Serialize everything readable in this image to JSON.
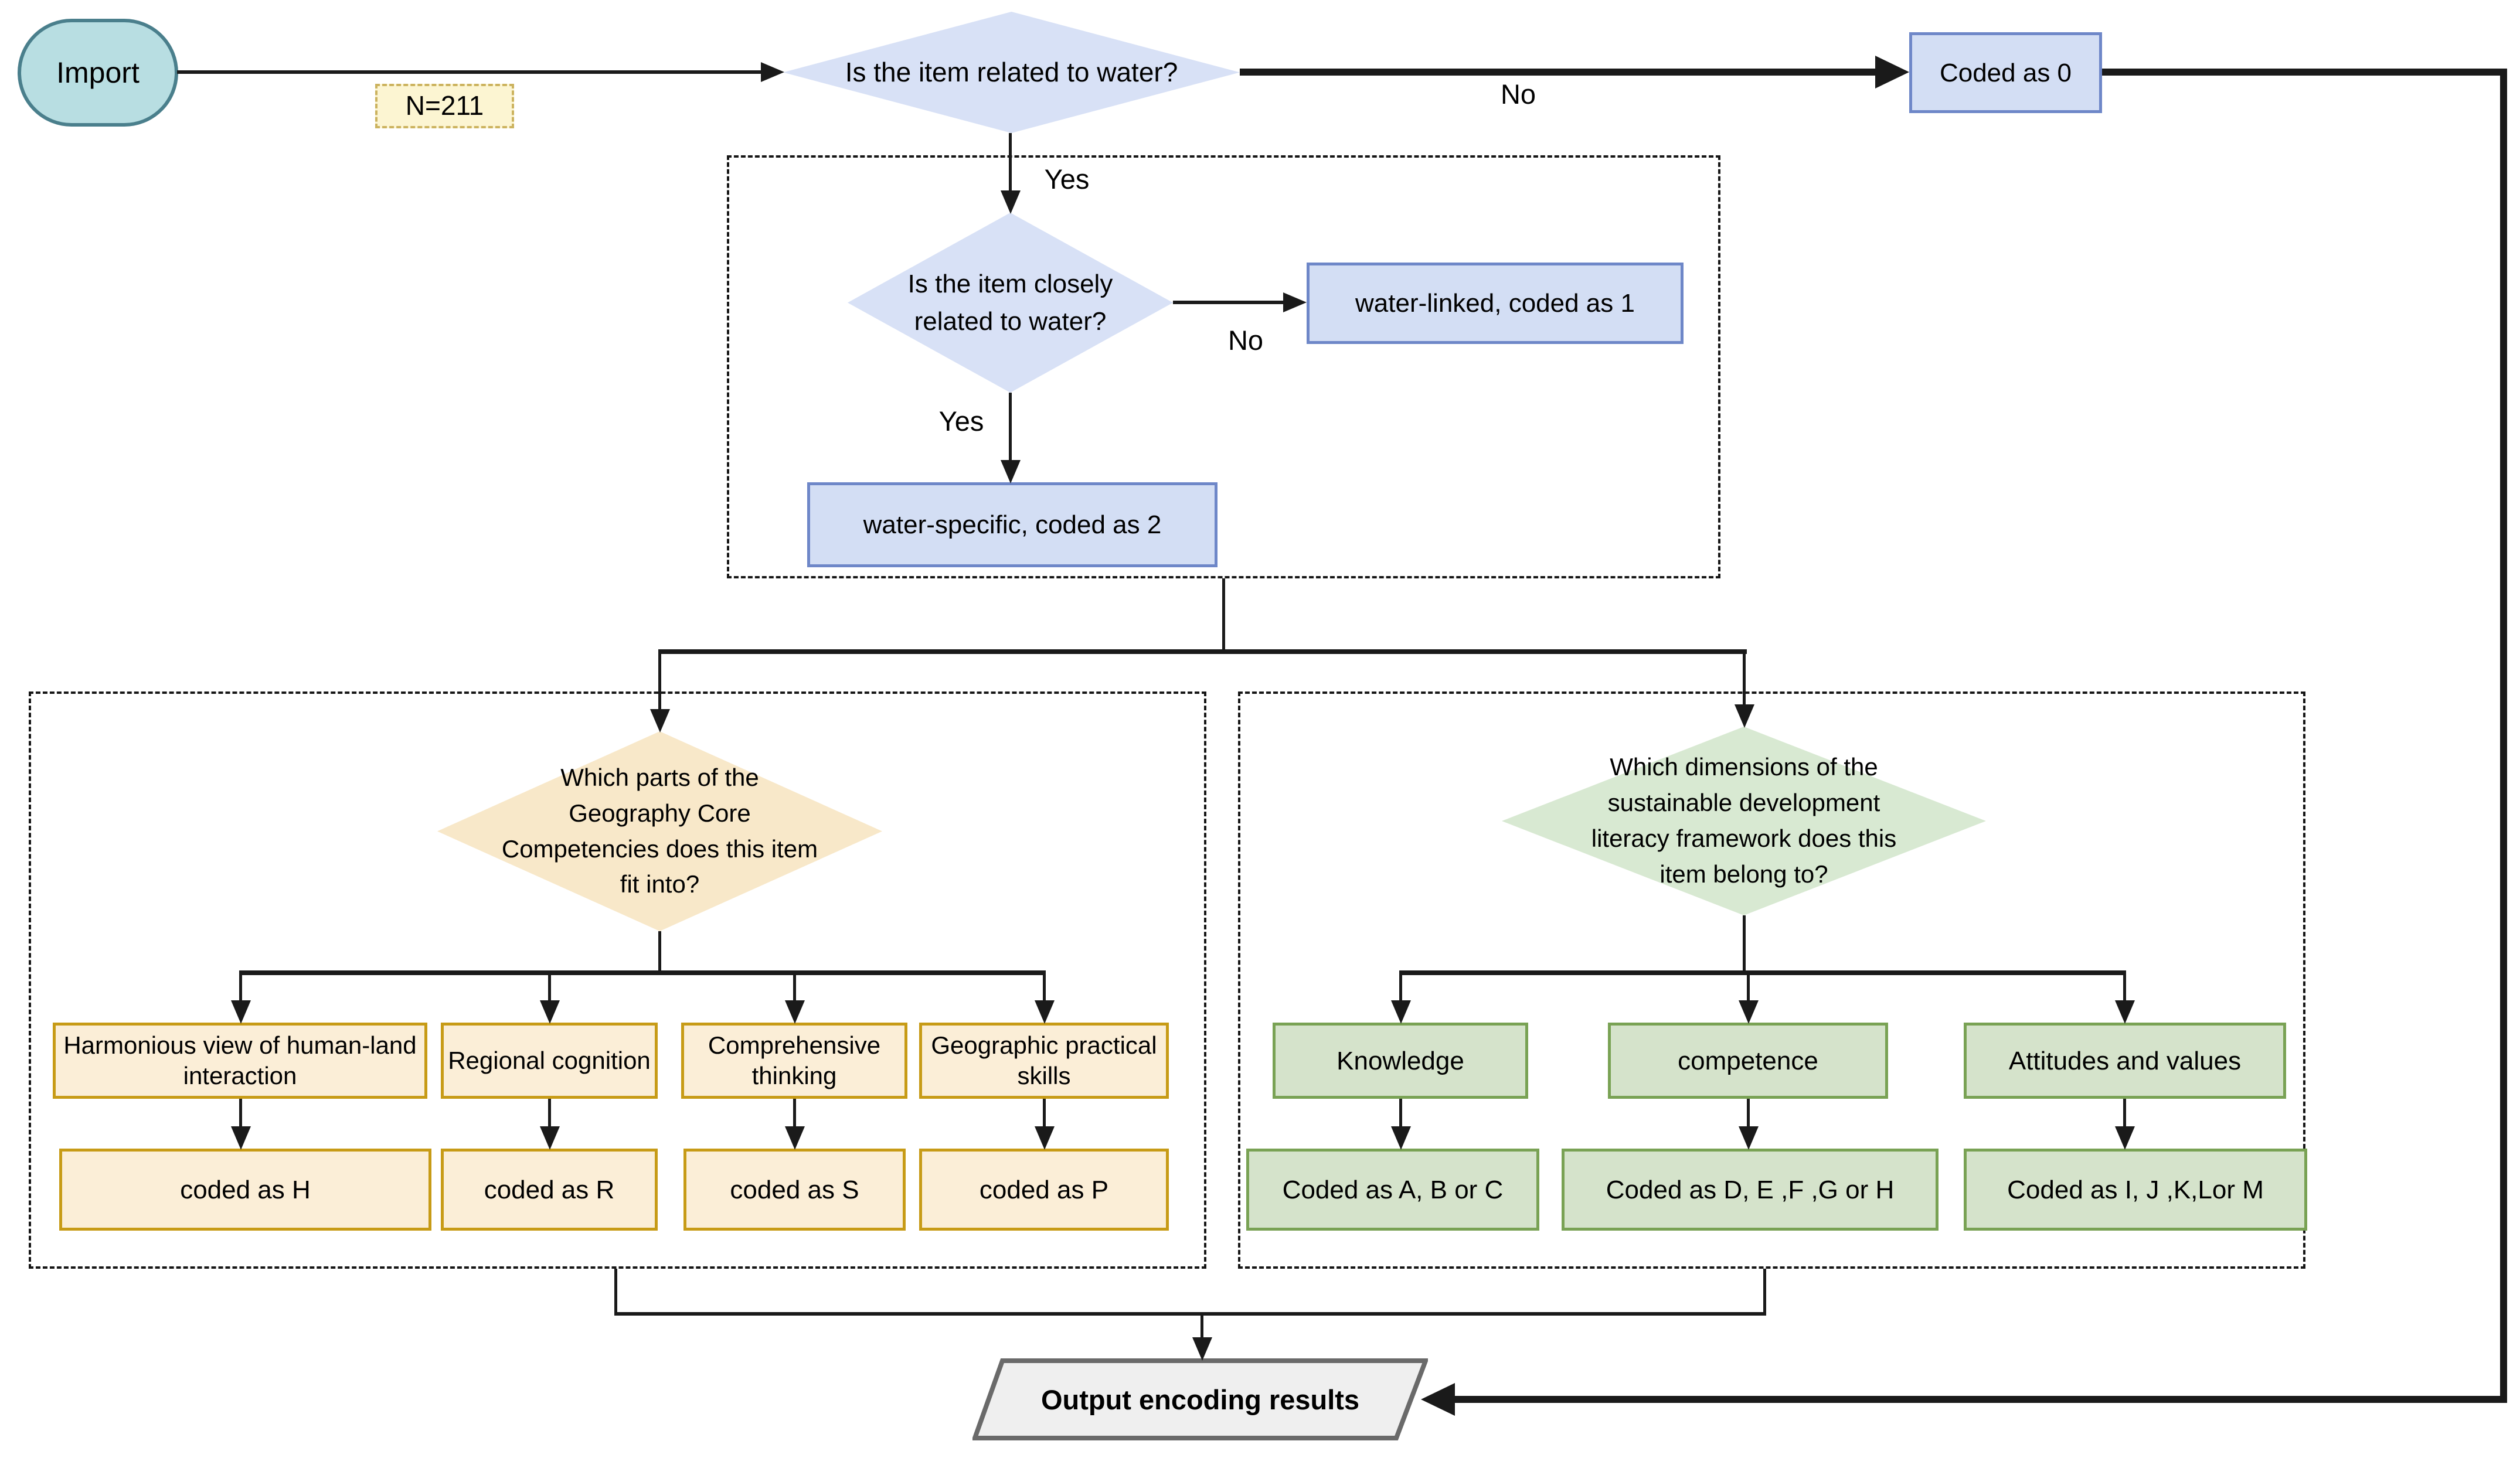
{
  "flow": {
    "start": "Import",
    "n_label": "N=211",
    "q_water": "Is the item related to water?",
    "coded_0": "Coded as 0",
    "label_no_1": "No",
    "label_yes_1": "Yes",
    "q_close_lines": [
      "Is the item closely",
      "related to water?"
    ],
    "label_no_2": "No",
    "water_linked": "water-linked, coded as 1",
    "label_yes_2": "Yes",
    "water_specific": "water-specific, coded as 2",
    "geo": {
      "q_lines": [
        "Which parts of the",
        "Geography Core",
        "Competencies does this item",
        "fit into?"
      ],
      "branches": [
        {
          "label": "Harmonious view of human-land interaction",
          "code": "coded as H"
        },
        {
          "label": "Regional cognition",
          "code": "coded as R"
        },
        {
          "label": "Comprehensive thinking",
          "code": "coded as S"
        },
        {
          "label": "Geographic practical skills",
          "code": "coded as P"
        }
      ]
    },
    "sdl": {
      "q_lines": [
        "Which dimensions of the",
        "sustainable development",
        "literacy framework does this",
        "item belong to?"
      ],
      "branches": [
        {
          "label": "Knowledge",
          "code": "Coded as A, B or C"
        },
        {
          "label": "competence",
          "code": "Coded as D, E ,F ,G or H"
        },
        {
          "label": "Attitudes and values",
          "code": "Coded as I, J ,K,Lor M"
        }
      ]
    },
    "output": "Output encoding results"
  },
  "colors": {
    "teal_fill": "#b8dee2",
    "teal_border": "#4a7f8c",
    "yellow_fill": "#fcf5d2",
    "yellow_border": "#ccb35f",
    "blue_fill": "#d8e1f6",
    "blue_box_fill": "#d3def4",
    "blue_border": "#6e87c8",
    "tan_fill": "#f8e8c9",
    "tan_box_fill": "#fbeed7",
    "tan_border": "#c79b16",
    "green_fill": "#d8e9d2",
    "green_box_fill": "#d5e3cb",
    "green_border": "#79a254",
    "gray_fill": "#efefef",
    "gray_border": "#6a6a6a",
    "line": "#1a1a1a"
  }
}
